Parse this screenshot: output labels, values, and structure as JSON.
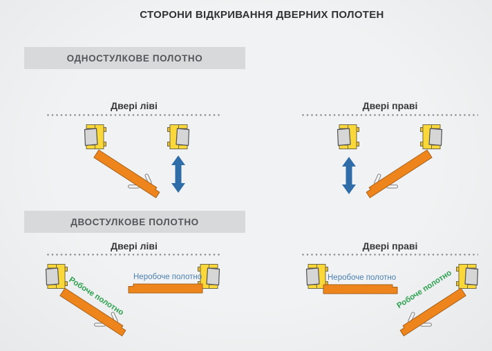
{
  "page": {
    "title": "СТОРОНИ ВІДКРИВАННЯ ДВЕРНИХ ПОЛОТЕН"
  },
  "sections": [
    {
      "band_label": "ОДНОСТУЛКОВЕ ПОЛОТНО",
      "diagrams": [
        {
          "title": "Двері ліві"
        },
        {
          "title": "Двері праві"
        }
      ]
    },
    {
      "band_label": "ДВОСТУЛКОВЕ ПОЛОТНО",
      "diagrams": [
        {
          "title": "Двері ліві",
          "active_leaf_label": "Робоче полотно",
          "inactive_leaf_label": "Неробоче полотно"
        },
        {
          "title": "Двері праві",
          "active_leaf_label": "Робоче полотно",
          "inactive_leaf_label": "Неробоче полотно"
        }
      ]
    }
  ],
  "colors": {
    "background": "#edeff0",
    "band_background": "#d8d9da",
    "heading_text": "#323235",
    "door_leaf_orange": "#ee851c",
    "frame_yellow": "#fbd83a",
    "wall_gray": "#d6d6d7",
    "swing_arrow_blue": "#2f6da8",
    "active_leaf_green": "#2da150",
    "inactive_leaf_blue": "#4a7fb0"
  }
}
